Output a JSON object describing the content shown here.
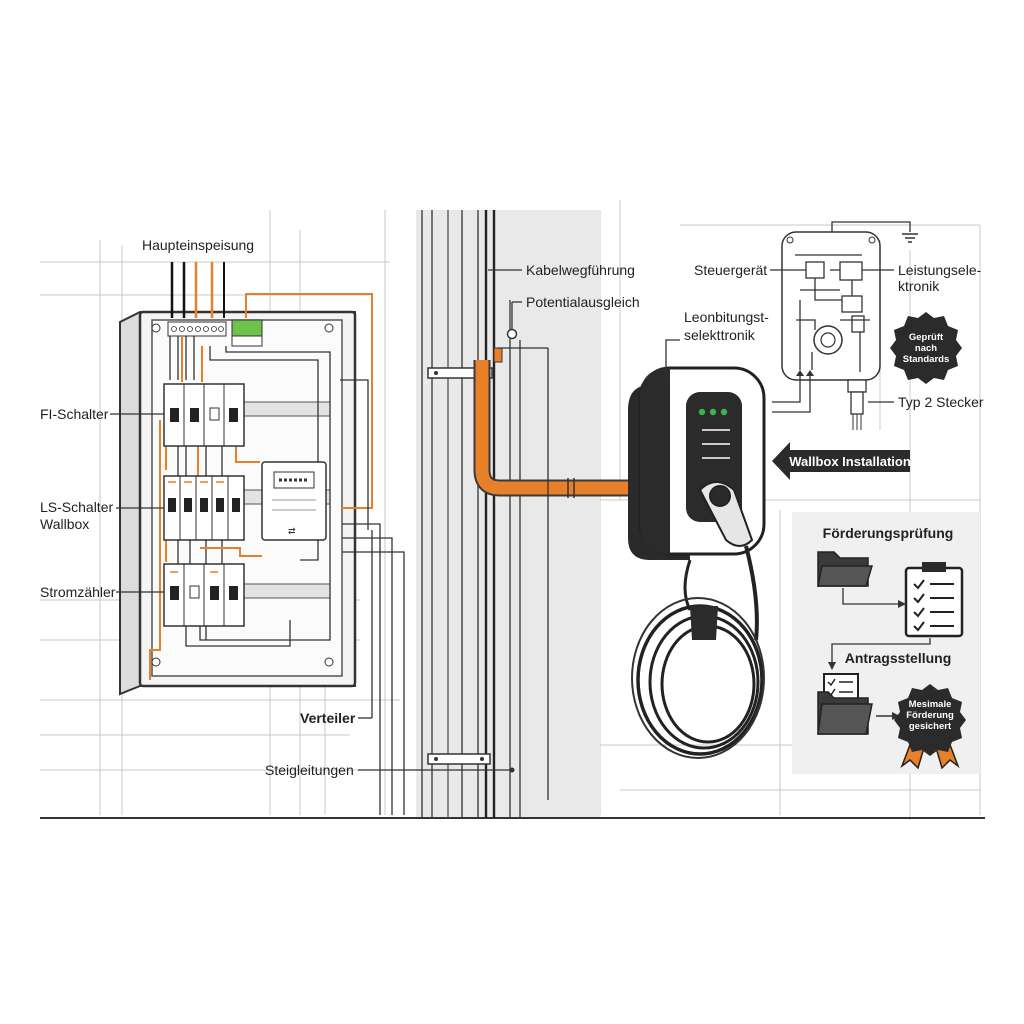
{
  "labels": {
    "haupteinspeisung": "Haupteinspeisung",
    "fi_schalter": "FI-Schalter",
    "ls_schalter_1": "LS-Schalter",
    "ls_schalter_2": "Wallbox",
    "stromzaehler": "Stromzähler",
    "verteiler": "Verteiler",
    "steigleitungen": "Steigleitungen",
    "kabelwegfuehrung": "Kabelwegführung",
    "potentialausgleich": "Potentialausgleich",
    "leonbitungs_1": "Leonbitungst-",
    "leonbitungs_2": "selekttronik",
    "steuergeraet": "Steuergerät",
    "leistungselektronik_1": "Leistungsele-",
    "leistungselektronik_2": "ktronik",
    "typ2_stecker": "Typ 2 Stecker",
    "wallbox_installation": "Wallbox Installation",
    "foerderungspruefung": "Förderungsprüfung",
    "antragsstellung": "Antragsstellung"
  },
  "badges": {
    "gepruft_1": "Geprüft",
    "gepruft_2": "nach",
    "gepruft_3": "Standards",
    "max_1": "Mesimale",
    "max_2": "Förderung",
    "max_3": "gesichert"
  },
  "colors": {
    "orange_cable": "#e8802a",
    "dark": "#222222",
    "green_led": "#3cb44b",
    "grid": "#c9c9c9"
  }
}
